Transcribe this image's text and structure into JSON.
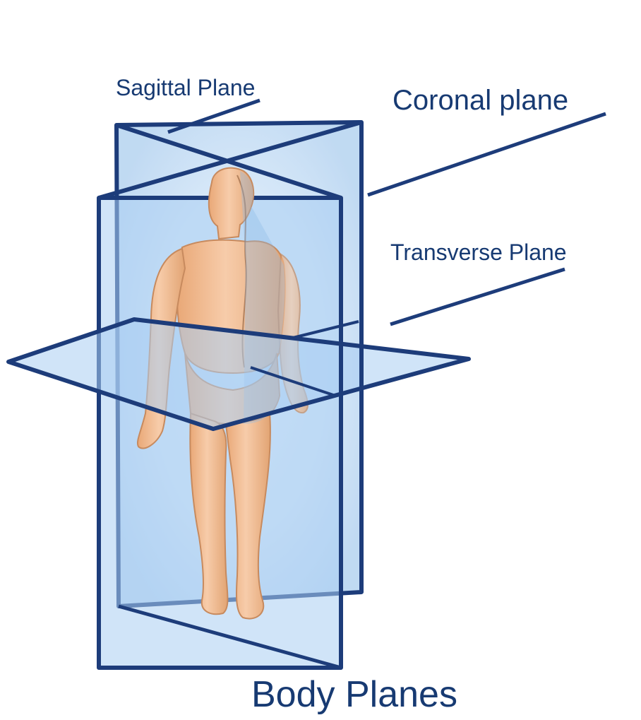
{
  "diagram": {
    "title": "Body Planes",
    "labels": {
      "sagittal": "Sagittal Plane",
      "coronal": "Coronal plane",
      "transverse": "Transverse Plane"
    }
  },
  "colors": {
    "plane_fill": "#a9cdf2",
    "plane_edge": "#1d3c7a",
    "skin": "#f0c095",
    "skin_shadow": "#c78a5e",
    "label_text": "#173a72"
  }
}
